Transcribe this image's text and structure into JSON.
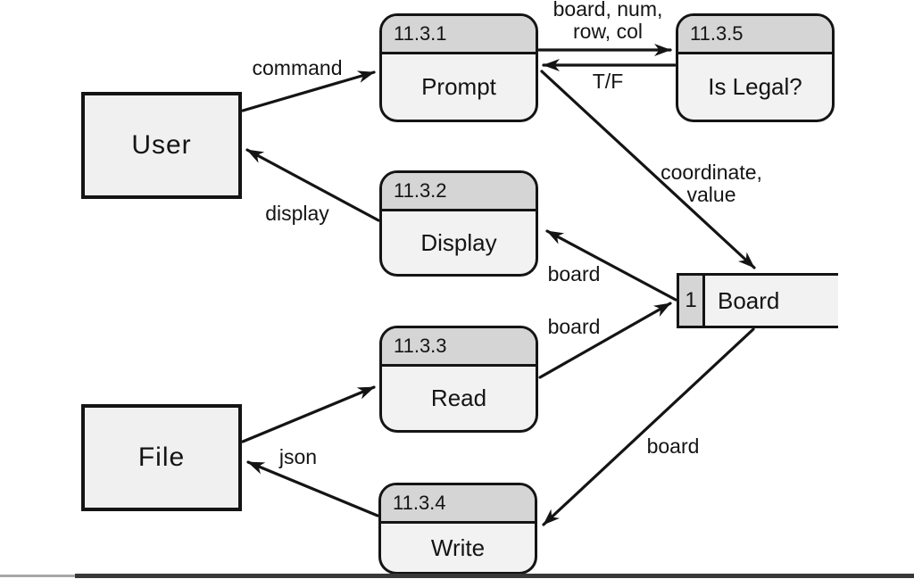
{
  "diagram": {
    "type": "data-flow-diagram",
    "entities": [
      {
        "label": "User"
      },
      {
        "label": "File"
      }
    ],
    "processes": [
      {
        "number": "11.3.1",
        "label": "Prompt"
      },
      {
        "number": "11.3.2",
        "label": "Display"
      },
      {
        "number": "11.3.3",
        "label": "Read"
      },
      {
        "number": "11.3.4",
        "label": "Write"
      },
      {
        "number": "11.3.5",
        "label": "Is Legal?"
      }
    ],
    "data_store": {
      "number": "1",
      "label": "Board"
    },
    "flow_labels": {
      "command": "command",
      "display": "display",
      "board_num_line1": "board, num,",
      "board_num_line2": "row, col",
      "tf": "T/F",
      "coordinate_line1": "coordinate,",
      "coordinate_line2": "value",
      "board_to_display": "board",
      "read_to_board": "board",
      "board_to_write": "board",
      "json": "json"
    },
    "flows": [
      {
        "from": "User",
        "to": "Prompt",
        "label": "command"
      },
      {
        "from": "Display",
        "to": "User",
        "label": "display"
      },
      {
        "from": "Prompt",
        "to": "Is Legal?",
        "label": "board, num, row, col"
      },
      {
        "from": "Is Legal?",
        "to": "Prompt",
        "label": "T/F"
      },
      {
        "from": "Prompt",
        "to": "Board",
        "label": "coordinate, value"
      },
      {
        "from": "Board",
        "to": "Display",
        "label": "board"
      },
      {
        "from": "Read",
        "to": "Board",
        "label": "board"
      },
      {
        "from": "Board",
        "to": "Write",
        "label": "board"
      },
      {
        "from": "File",
        "to": "Read",
        "label": "json"
      },
      {
        "from": "Write",
        "to": "File",
        "label": "json"
      }
    ],
    "colors": {
      "ink": "#141414",
      "process_header": "#d5d5d5",
      "process_body": "#f2f2f2",
      "entity_fill": "#f0f0f0",
      "store_number_cell": "#d5d5d5",
      "store_body": "#f2f2f2",
      "background": "#ffffff",
      "bottom_rule": "#383838"
    }
  }
}
